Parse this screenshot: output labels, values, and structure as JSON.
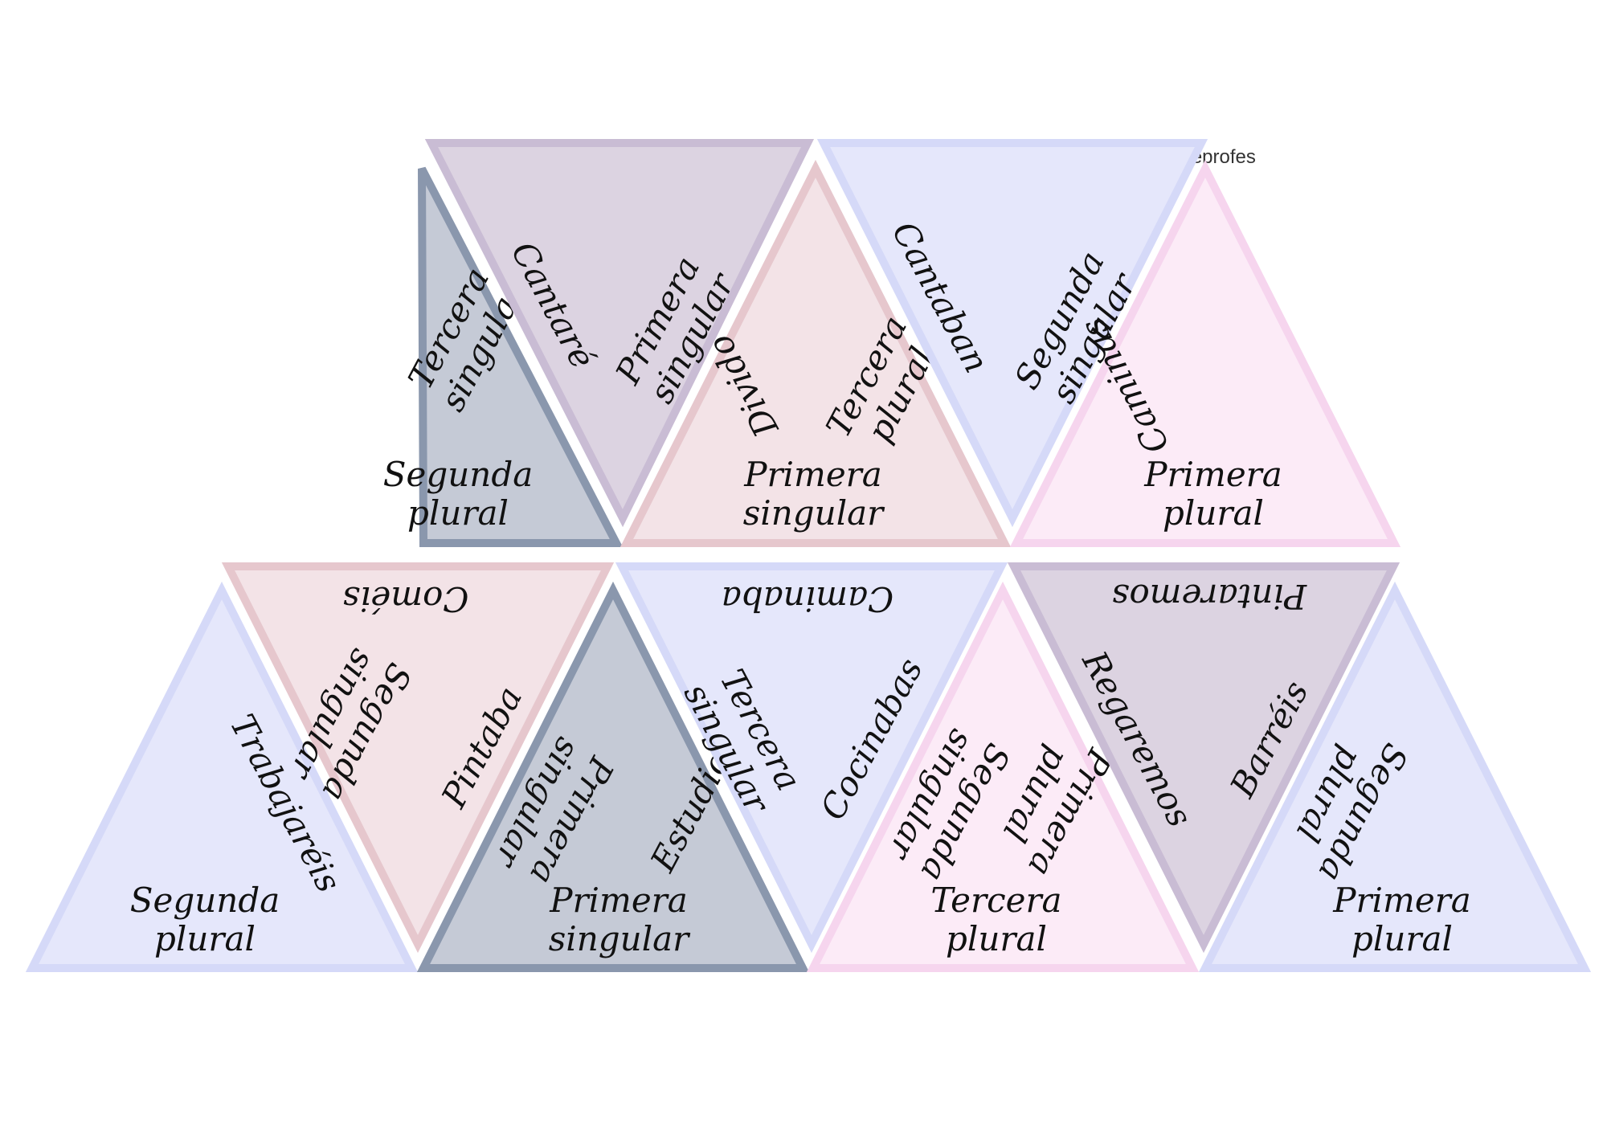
{
  "credit": "@recursosdeprofes",
  "colors": {
    "slate": {
      "fill": "#c5cad6",
      "stroke": "#8a97ad"
    },
    "mauve": {
      "fill": "#dcd3e1",
      "stroke": "#c9bcd4"
    },
    "rose": {
      "fill": "#f3e3e7",
      "stroke": "#e6c7cd"
    },
    "lavender": {
      "fill": "#e5e7fb",
      "stroke": "#d5d9f8"
    },
    "pink": {
      "fill": "#fcebf7",
      "stroke": "#f6d5ee"
    }
  },
  "triangles": [
    {
      "id": "r1-1",
      "color": "slate",
      "labels": [
        "Tercera singular",
        "Segunda plural"
      ]
    },
    {
      "id": "r1-2",
      "color": "mauve",
      "labels": [
        "Cantaré",
        "Primera singular"
      ]
    },
    {
      "id": "r1-3",
      "color": "rose",
      "labels": [
        "Divido",
        "Tercera plural",
        "Primera singular"
      ]
    },
    {
      "id": "r1-4",
      "color": "lavender",
      "labels": [
        "Cantaban",
        "Segunda singular"
      ]
    },
    {
      "id": "r1-5",
      "color": "pink",
      "labels": [
        "Caminas",
        "Primera plural"
      ]
    },
    {
      "id": "r2-1",
      "color": "lavender",
      "labels": [
        "Trabajaréis",
        "Segunda plural"
      ]
    },
    {
      "id": "r2-2",
      "color": "rose",
      "labels": [
        "Coméis",
        "Segunda singular",
        "Pintaba"
      ]
    },
    {
      "id": "r2-3",
      "color": "slate",
      "labels": [
        "Primera singular",
        "Estudio",
        "Primera singular"
      ]
    },
    {
      "id": "r2-4",
      "color": "lavender",
      "labels": [
        "Caminaba",
        "Tercera singular",
        "Cocinabas"
      ]
    },
    {
      "id": "r2-5",
      "color": "pink",
      "labels": [
        "Segunda singular",
        "Primera plural",
        "Tercera plural"
      ]
    },
    {
      "id": "r2-6",
      "color": "mauve",
      "labels": [
        "Pintaremos",
        "Regaremos",
        "Barréis"
      ]
    },
    {
      "id": "r2-7",
      "color": "lavender",
      "labels": [
        "Segunda plural",
        "Primera plural"
      ]
    }
  ]
}
